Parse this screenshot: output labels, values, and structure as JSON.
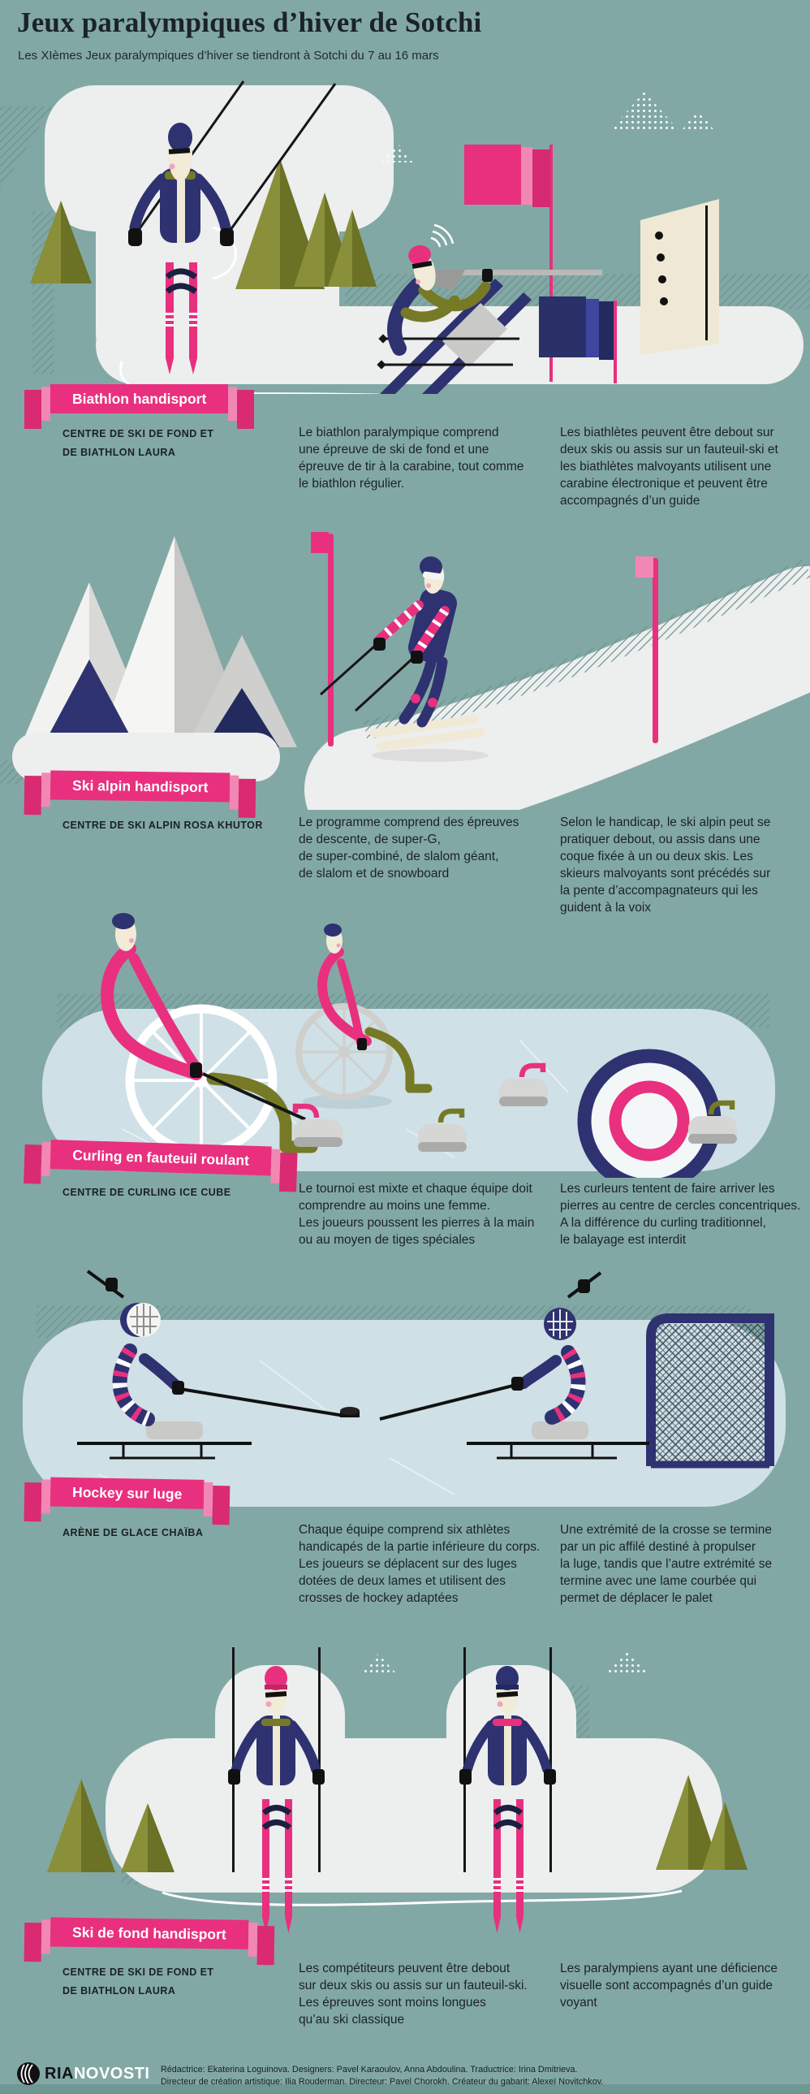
{
  "header": {
    "title": "Jeux paralympiques d’hiver de Sotchi",
    "subtitle": "Les XIèmes Jeux paralympiques d’hiver se tiendront à Sotchi du 7 au 16 mars"
  },
  "sections": [
    {
      "label": "Biathlon handisport",
      "venue": "CENTRE DE SKI DE FOND ET\nDE BIATHLON LAURA",
      "col_a": "Le biathlon paralympique comprend\nune épreuve de ski de fond et une\népreuve de tir à la carabine, tout comme\nle biathlon régulier.",
      "col_b": "Les biathlètes peuvent être debout sur\ndeux skis ou assis sur un fauteuil-ski et\nles biathlètes malvoyants utilisent une\ncarabine électronique et peuvent être\naccompagnés d’un guide"
    },
    {
      "label": "Ski alpin handisport",
      "venue": "CENTRE DE SKI ALPIN ROSA KHUTOR",
      "col_a": "Le programme comprend des épreuves\nde descente, de super-G,\nde super-combiné, de slalom géant,\nde slalom et de snowboard",
      "col_b": "Selon le handicap, le ski alpin peut se\npratiquer debout, ou assis dans une\ncoque fixée à un ou deux skis. Les\nskieurs malvoyants sont précédés sur\nla pente d’accompagnateurs qui les\nguident à la voix"
    },
    {
      "label": "Curling en fauteuil roulant",
      "venue": "CENTRE DE CURLING ICE CUBE",
      "col_a": "Le tournoi est mixte et chaque équipe doit\ncomprendre au moins une femme.\nLes joueurs poussent les pierres à la main\nou au moyen de tiges spéciales",
      "col_b": "Les curleurs tentent de faire arriver les\npierres au centre de cercles concentriques.\nA la différence du curling traditionnel,\nle balayage est interdit"
    },
    {
      "label": "Hockey sur luge",
      "venue": "ARÈNE DE GLACE CHAÏBA",
      "col_a": "Chaque équipe comprend six athlètes\nhandicapés de la partie inférieure du corps.\nLes joueurs se déplacent sur des luges\ndotées de deux lames et utilisent des\ncrosses de hockey adaptées",
      "col_b": "Une extrémité de la crosse se termine\npar un pic affilé destiné à propulser\nla luge, tandis que l’autre extrémité se\ntermine avec une lame courbée qui\npermet de déplacer le palet"
    },
    {
      "label": "Ski de fond handisport",
      "venue": "CENTRE DE SKI DE FOND ET\nDE BIATHLON LAURA",
      "col_a": "Les compétiteurs peuvent être debout\nsur deux skis ou assis sur un fauteuil-ski.\nLes épreuves sont moins longues\nqu’au ski classique",
      "col_b": "Les paralympiens ayant une déficience\nvisuelle sont accompagnés d’un guide\nvoyant"
    }
  ],
  "footer": {
    "brand_ria": "RIA",
    "brand_novosti": "NOVOSTI",
    "credits_line1": "Rédactrice: Ekaterina Loguinova. Designers: Pavel Karaoulov, Anna Abdoulina. Traductrice: Irina Dmitrieva.",
    "credits_line2": "Directeur de création artistique: Ilia Rouderman. Directeur: Pavel Chorokh. Créateur du gabarit: Alexeï Novitchkov."
  },
  "palette": {
    "background": "#82A8A5",
    "accent_pink": "#E8307E",
    "pink_light": "#F287B4",
    "navy": "#2E3270",
    "olive": "#767A26",
    "snow": "#EDEEEE",
    "ice": "#CFE0E6",
    "text": "#1B2323"
  }
}
